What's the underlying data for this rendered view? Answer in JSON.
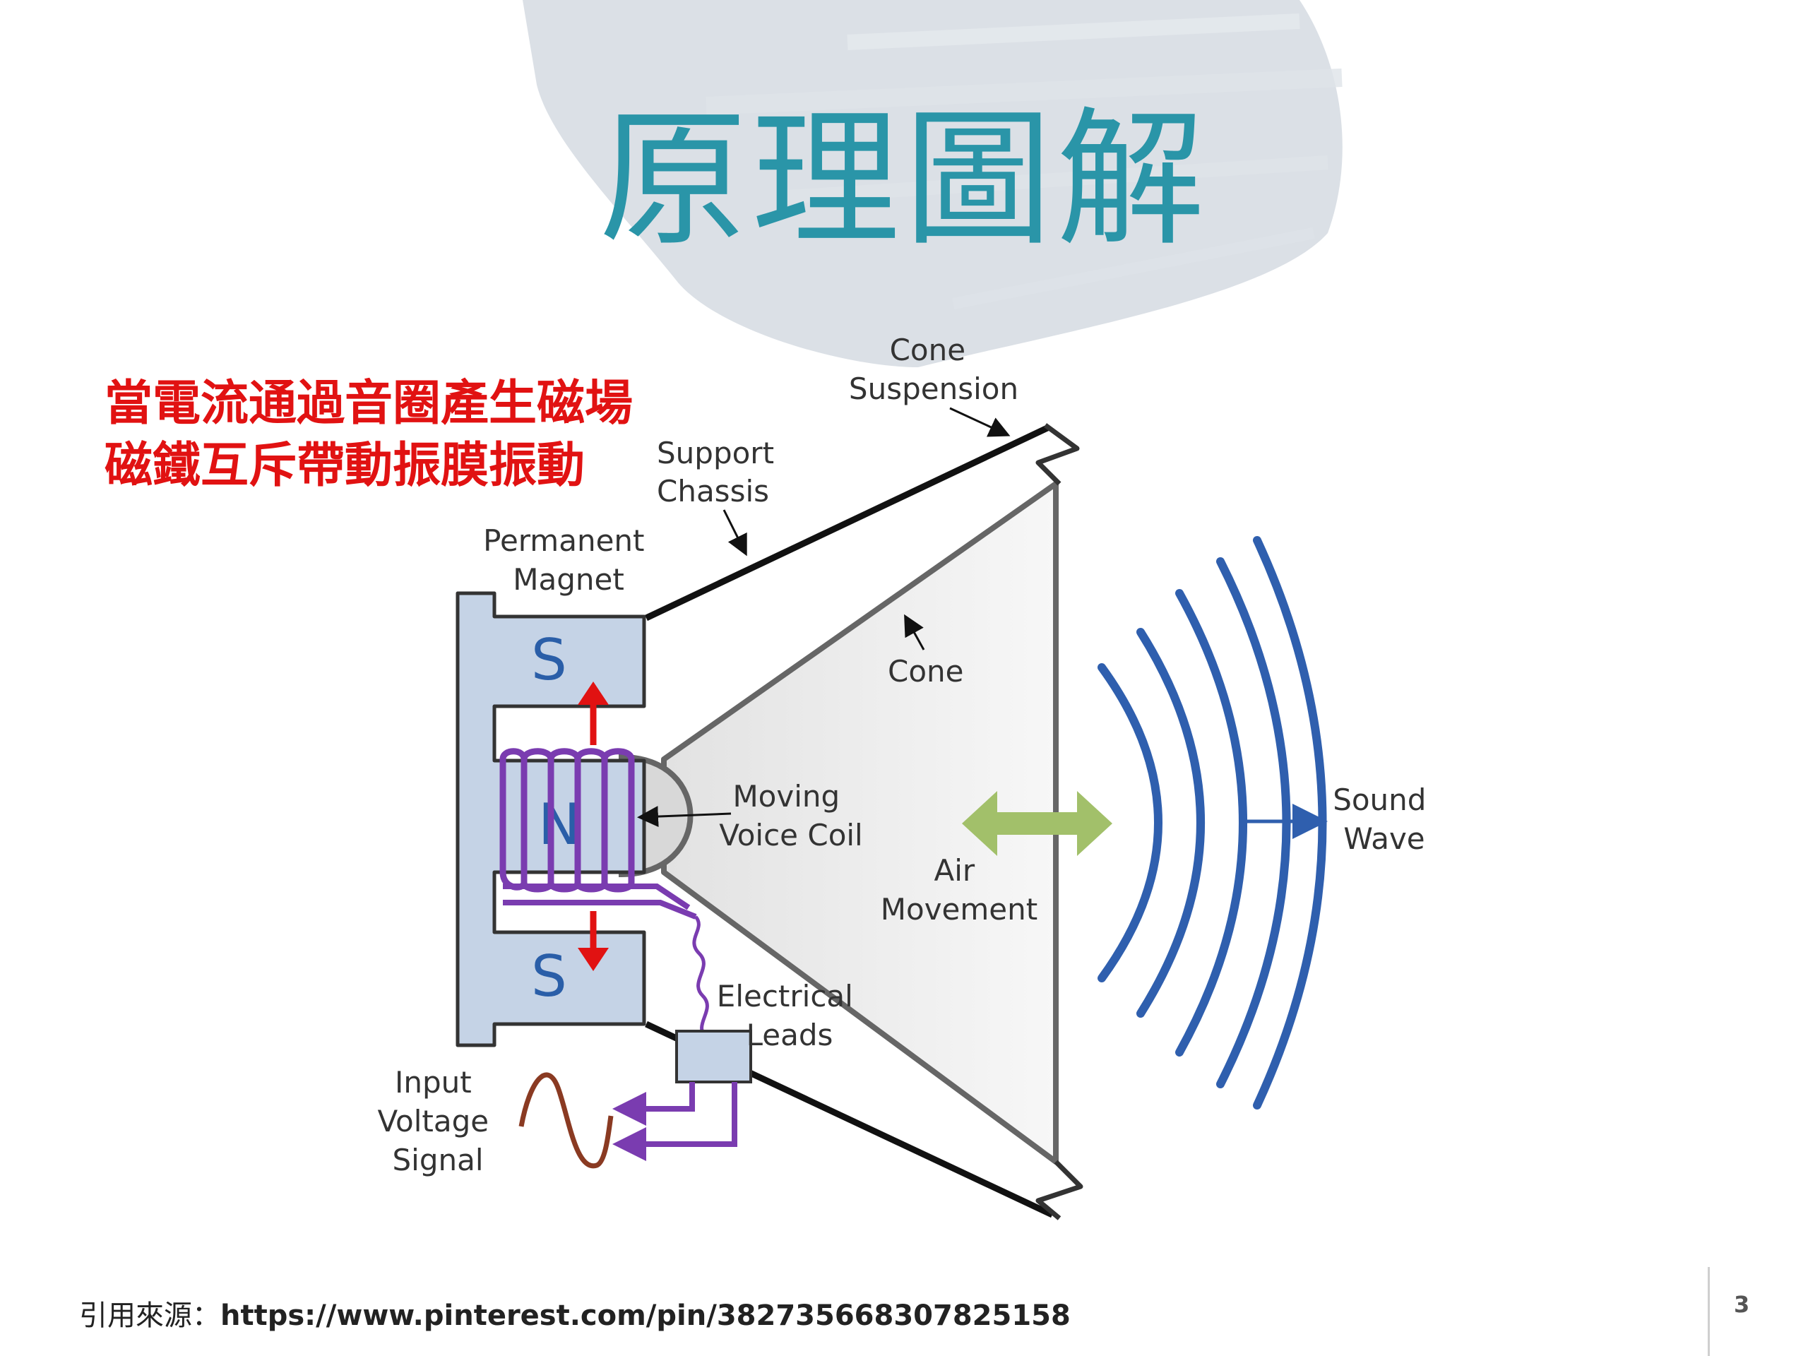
{
  "slide": {
    "title": "原理圖解",
    "note_lines": [
      "當電流通過音圈產生磁場",
      "磁鐵互斥帶動振膜振動"
    ],
    "source_label": "引用來源：",
    "source_url": "https://www.pinterest.com/pin/382735668307825158",
    "page_number": "3"
  },
  "diagram": {
    "labels": {
      "cone_suspension": [
        "Cone",
        "Suspension"
      ],
      "support_chassis": [
        "Support",
        "Chassis"
      ],
      "permanent_magnet": [
        "Permanent",
        "Magnet"
      ],
      "cone": "Cone",
      "moving_voice_coil": [
        "Moving",
        "Voice Coil"
      ],
      "air_movement": [
        "Air",
        "Movement"
      ],
      "sound_wave": [
        "Sound",
        "Wave"
      ],
      "electrical_leads": [
        "Electrical",
        "Leads"
      ],
      "input_voltage_signal": [
        "Input",
        "Voltage",
        "Signal"
      ]
    },
    "poles": {
      "top": "S",
      "center": "N",
      "bottom": "S"
    }
  },
  "colors": {
    "title": "#2a95a8",
    "note": "#e11212",
    "magnet_fill": "#c5d3e6",
    "coil": "#7a3cb0",
    "force_arrow": "#e11212",
    "air_arrow": "#a2c06a",
    "sound_wave": "#2f5fae",
    "signal_wave": "#8a3a22"
  }
}
